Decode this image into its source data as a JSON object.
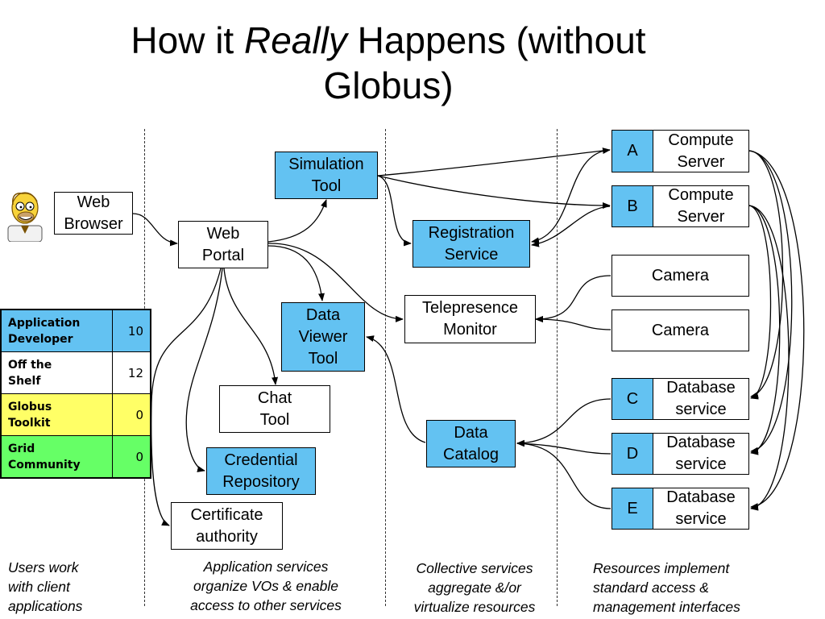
{
  "title": {
    "pre": "How it ",
    "emph": "Really",
    "post": " Happens (without",
    "line2": "Globus)"
  },
  "boxes": {
    "web_browser": "Web\nBrowser",
    "web_portal": "Web\nPortal",
    "simulation_tool": "Simulation\nTool",
    "data_viewer_tool": "Data\nViewer\nTool",
    "chat_tool": "Chat\nTool",
    "credential_repository": "Credential\nRepository",
    "certificate_authority": "Certificate\nauthority",
    "registration_service": "Registration\nService",
    "telepresence_monitor": "Telepresence\nMonitor",
    "data_catalog": "Data\nCatalog"
  },
  "resources": [
    {
      "letter": "A",
      "label": "Compute\nServer"
    },
    {
      "letter": "B",
      "label": "Compute\nServer"
    },
    {
      "letter": "",
      "label": "Camera"
    },
    {
      "letter": "",
      "label": "Camera"
    },
    {
      "letter": "C",
      "label": "Database\nservice"
    },
    {
      "letter": "D",
      "label": "Database\nservice"
    },
    {
      "letter": "E",
      "label": "Database\nservice"
    }
  ],
  "legend": [
    {
      "label": "Application\nDeveloper",
      "value": "10",
      "color": "#63c2f2"
    },
    {
      "label": "Off the\nShelf",
      "value": "12",
      "color": "#ffffff"
    },
    {
      "label": "Globus\nToolkit",
      "value": "0",
      "color": "#ffff66"
    },
    {
      "label": "Grid\nCommunity",
      "value": "0",
      "color": "#66ff66"
    }
  ],
  "captions": {
    "users": "Users work\nwith client\napplications",
    "application": "Application services\norganize VOs & enable\naccess to other services",
    "collective": "Collective services\naggregate &/or\nvirtualize resources",
    "resources": "Resources implement\nstandard access &\nmanagement interfaces"
  },
  "colors": {
    "app_developer_box": "#63c2f2",
    "globus_toolkit": "#ffff66",
    "grid_community": "#66ff66"
  },
  "icons": {
    "avatar": "cartoon-user-avatar"
  }
}
